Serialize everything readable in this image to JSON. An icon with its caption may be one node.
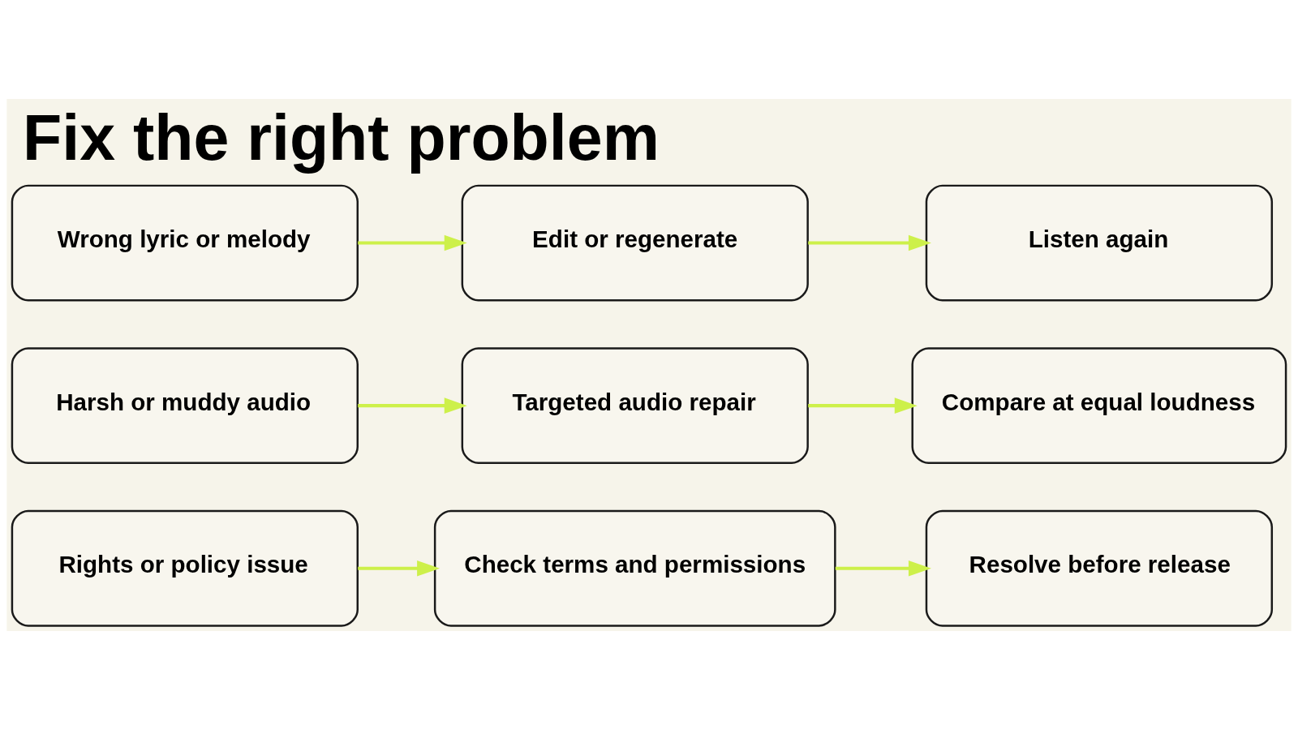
{
  "diagram": {
    "title": "Fix the right problem",
    "nodes": [
      {
        "text": [
          "Wrong lyric or melody"
        ]
      },
      {
        "text": [
          "Edit or regenerate"
        ]
      },
      {
        "text": [
          "Listen again"
        ]
      },
      {
        "text": [
          "Harsh or muddy audio"
        ]
      },
      {
        "text": [
          "Targeted audio repair"
        ]
      },
      {
        "text": [
          "Compare at equal loudness"
        ]
      },
      {
        "text": [
          "Rights or policy issue"
        ]
      },
      {
        "text": [
          "Check terms and permissions"
        ]
      },
      {
        "text": [
          "Resolve before release"
        ]
      }
    ],
    "edges": [
      {
        "from": 0,
        "to": 1,
        "arrow": "to"
      },
      {
        "from": 1,
        "to": 2,
        "arrow": "to"
      },
      {
        "from": 3,
        "to": 4,
        "arrow": "to"
      },
      {
        "from": 4,
        "to": 5,
        "arrow": "to"
      },
      {
        "from": 6,
        "to": 7,
        "arrow": "to"
      },
      {
        "from": 7,
        "to": 8,
        "arrow": "to"
      }
    ]
  }
}
